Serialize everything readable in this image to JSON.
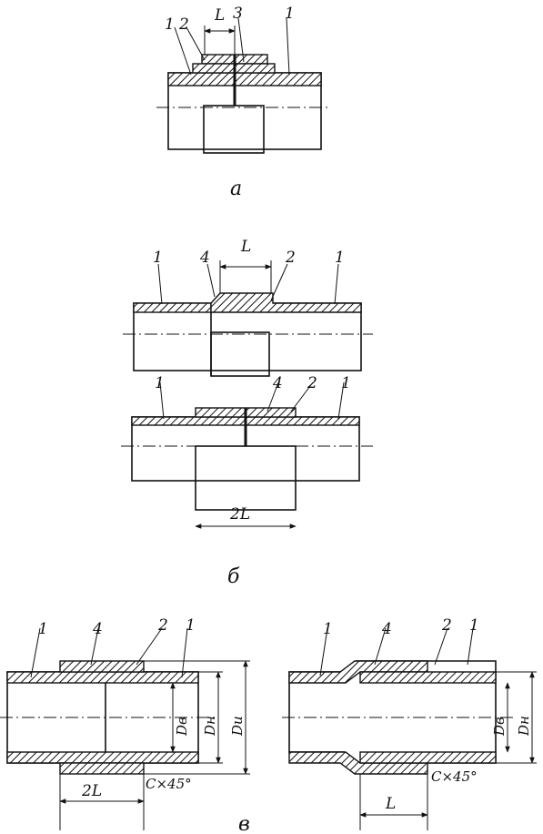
{
  "figure": {
    "sub_a": {
      "caption": "а",
      "labels": [
        "1",
        "2",
        "L",
        "3",
        "1"
      ]
    },
    "sub_b": {
      "caption": "б",
      "top_labels": [
        "1",
        "4",
        "L",
        "2",
        "1"
      ],
      "bottom_labels": [
        "1",
        "4",
        "2",
        "1"
      ],
      "dim_2L": "2L"
    },
    "sub_v": {
      "caption": "в",
      "left_labels": [
        "1",
        "4",
        "2",
        "1"
      ],
      "right_labels": [
        "1",
        "4",
        "2",
        "1"
      ],
      "dim_Dv": "Dв",
      "dim_Dn": "Dн",
      "dim_Di": "Dи",
      "dim_2L": "2L",
      "dim_L": "L",
      "chamfer": "C×45°"
    }
  }
}
